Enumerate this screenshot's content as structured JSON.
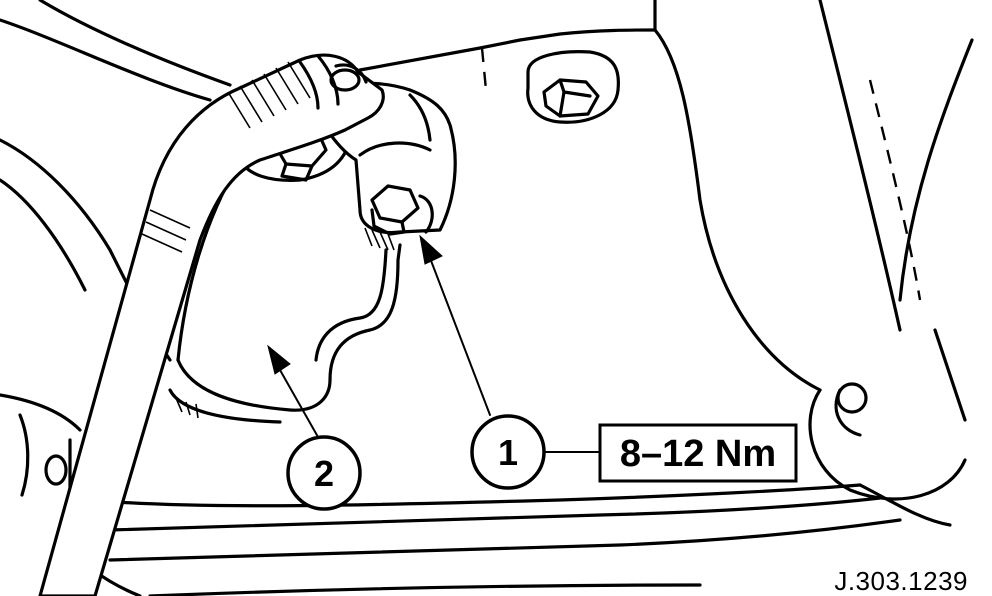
{
  "callouts": [
    {
      "number": "1"
    },
    {
      "number": "2"
    }
  ],
  "torque": "8–12 Nm",
  "reference": "J.303.1239"
}
